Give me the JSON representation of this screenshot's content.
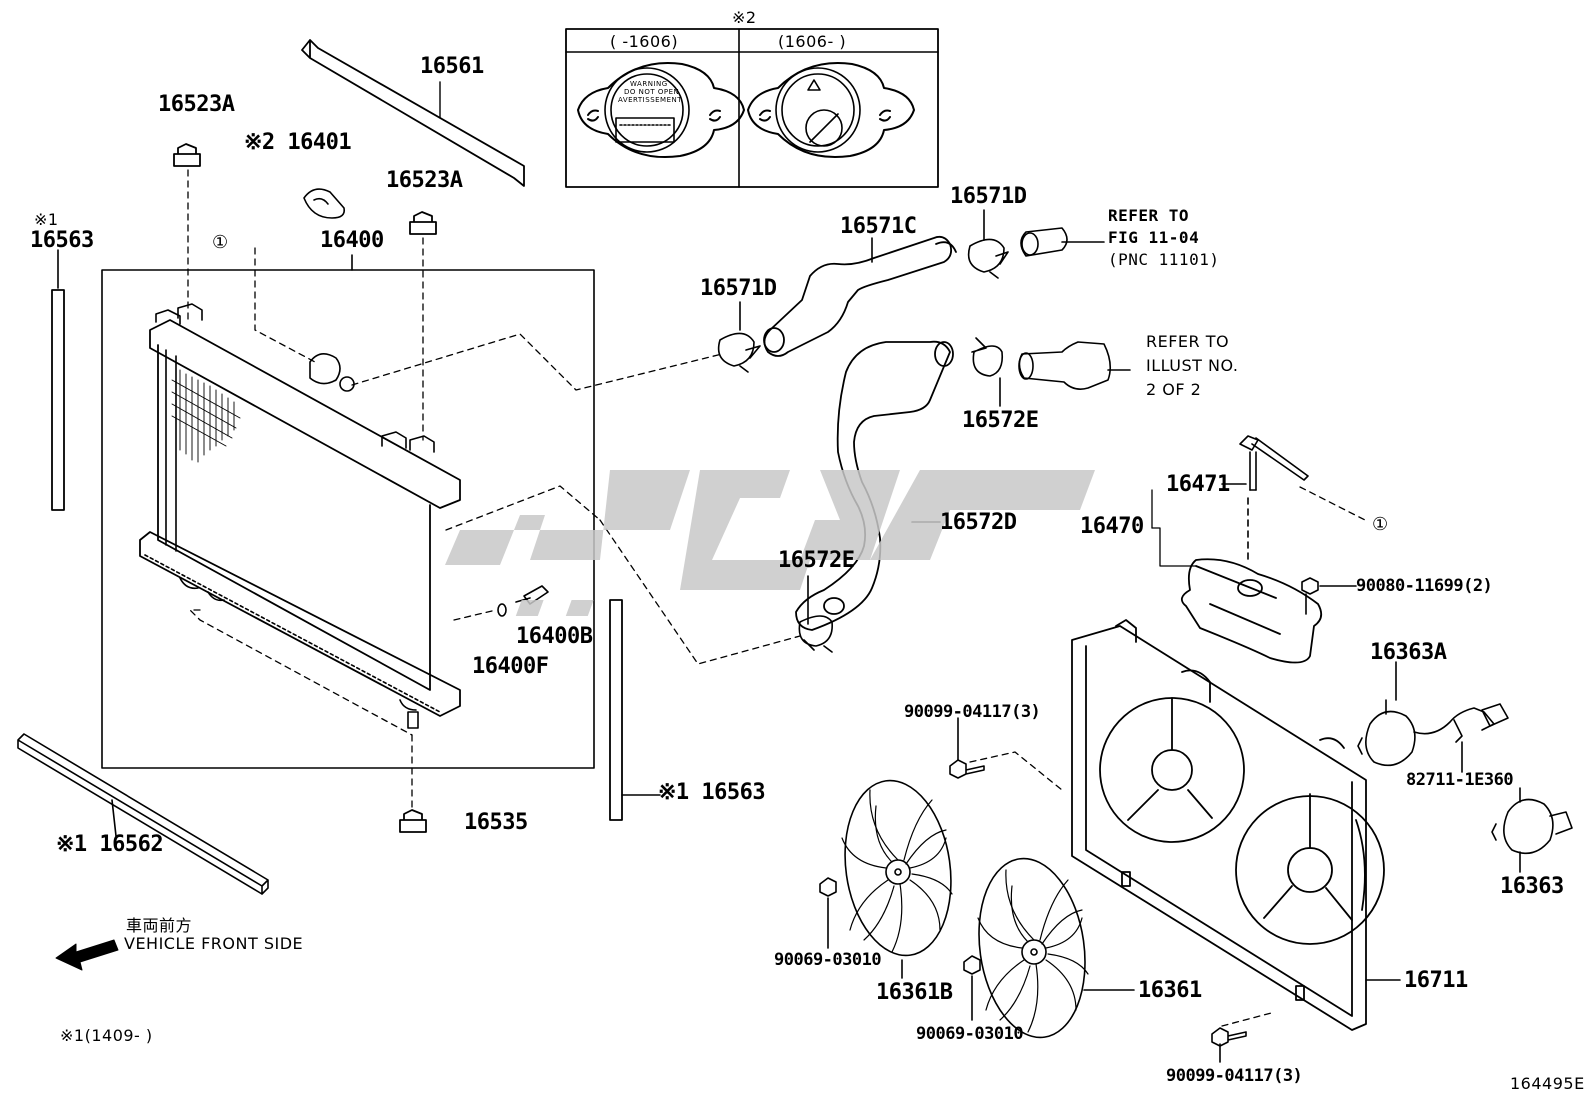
{
  "diagram": {
    "figure_code": "164495E",
    "watermark_text": "تويوتا",
    "direction": {
      "label_jp": "車両前方",
      "label_en": "VEHICLE FRONT SIDE"
    },
    "footnotes": {
      "note1": "※1(1409-      )"
    },
    "cap_table": {
      "marker": "※2",
      "col_left": "(    -1606)",
      "col_right": "(1606-    )",
      "cap_text_lines": [
        "WARNING",
        "DO NOT OPEN",
        "AVERTISSEMENT"
      ]
    },
    "parts": {
      "p16561": "16561",
      "p16523a_left": "16523A",
      "p16401": "※2 16401",
      "p16523a_right": "16523A",
      "p16563_top_mark": "※1",
      "p16563_top": "16563",
      "p16400": "16400",
      "p16400b": "16400B",
      "p16400f": "16400F",
      "p16535": "16535",
      "p16563_bottom": "※1 16563",
      "p16562": "※1 16562",
      "p16571c": "16571C",
      "p16571d_top": "16571D",
      "p16571d_left": "16571D",
      "p16572e_top": "16572E",
      "p16572d": "16572D",
      "p16572e_bottom": "16572E",
      "p16471": "16471",
      "p16470": "16470",
      "p90080": "90080-11699(2)",
      "p16363a": "16363A",
      "p82711": "82711-1E360",
      "p16363": "16363",
      "p90099_top": "90099-04117(3)",
      "p90069_left": "90069-03010",
      "p16361b": "16361B",
      "p16361": "16361",
      "p90069_right": "90069-03010",
      "p16711": "16711",
      "p90099_bottom": "90099-04117(3)",
      "ref_symbol_1": "①",
      "ref_symbol_2": "①"
    },
    "references": {
      "ref_fig_lines": [
        "REFER TO",
        "FIG 11-04",
        "(PNC 11101)"
      ],
      "ref_illust_lines": [
        "REFER TO",
        "ILLUST NO.",
        "2 OF 2"
      ]
    }
  }
}
